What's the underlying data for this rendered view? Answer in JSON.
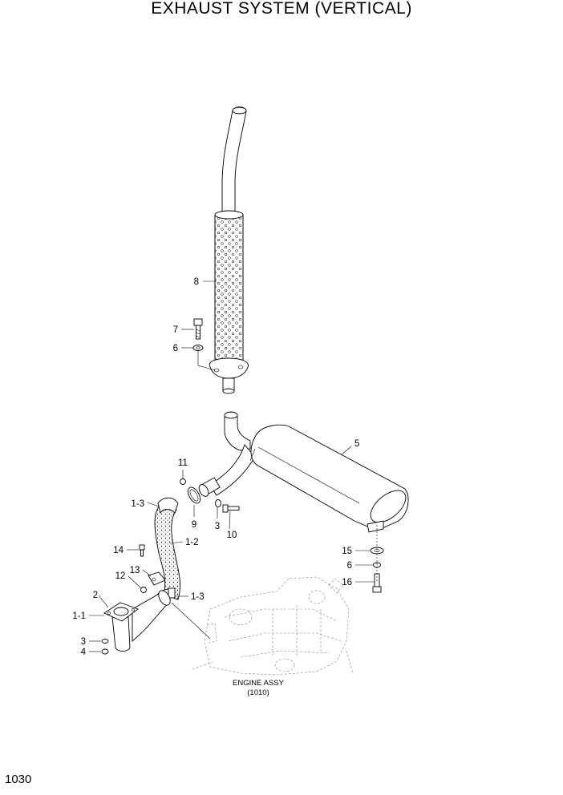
{
  "title": "EXHAUST SYSTEM (VERTICAL)",
  "page_number": "1030",
  "engine": {
    "name": "ENGINE ASSY",
    "code": "(1010)"
  },
  "callouts": [
    {
      "id": "8",
      "text": "8"
    },
    {
      "id": "7",
      "text": "7"
    },
    {
      "id": "6a",
      "text": "6"
    },
    {
      "id": "5",
      "text": "5"
    },
    {
      "id": "11",
      "text": "11"
    },
    {
      "id": "1-3a",
      "text": "1-3"
    },
    {
      "id": "9",
      "text": "9"
    },
    {
      "id": "3a",
      "text": "3"
    },
    {
      "id": "10",
      "text": "10"
    },
    {
      "id": "1-2",
      "text": "1-2"
    },
    {
      "id": "14",
      "text": "14"
    },
    {
      "id": "13",
      "text": "13"
    },
    {
      "id": "12",
      "text": "12"
    },
    {
      "id": "2",
      "text": "2"
    },
    {
      "id": "1-3b",
      "text": "1-3"
    },
    {
      "id": "1-1",
      "text": "1-1"
    },
    {
      "id": "3b",
      "text": "3"
    },
    {
      "id": "4",
      "text": "4"
    },
    {
      "id": "15",
      "text": "15"
    },
    {
      "id": "6b",
      "text": "6"
    },
    {
      "id": "16",
      "text": "16"
    }
  ]
}
